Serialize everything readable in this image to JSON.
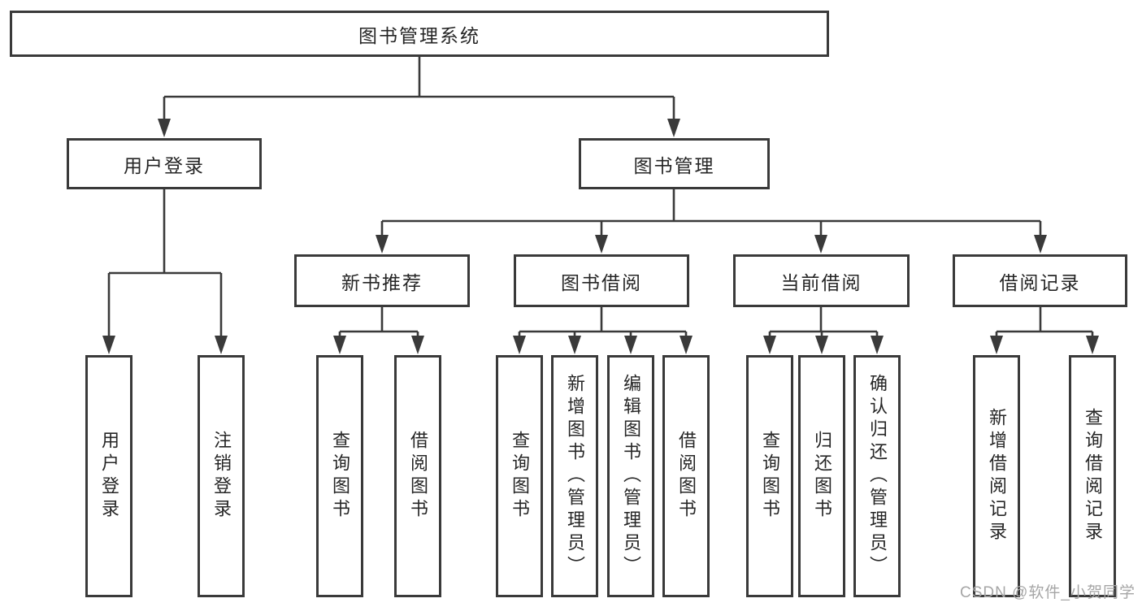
{
  "diagram": {
    "root": {
      "label": "图书管理系统"
    },
    "level2": [
      {
        "label": "用户登录"
      },
      {
        "label": "图书管理"
      }
    ],
    "level3": [
      {
        "label": "新书推荐",
        "parent": "图书管理"
      },
      {
        "label": "图书借阅",
        "parent": "图书管理"
      },
      {
        "label": "当前借阅",
        "parent": "图书管理"
      },
      {
        "label": "借阅记录",
        "parent": "图书管理"
      }
    ],
    "leaves": [
      {
        "label": "用户登录",
        "parent": "用户登录"
      },
      {
        "label": "注销登录",
        "parent": "用户登录"
      },
      {
        "label": "查询图书",
        "parent": "新书推荐"
      },
      {
        "label": "借阅图书",
        "parent": "新书推荐"
      },
      {
        "label": "查询图书",
        "parent": "图书借阅"
      },
      {
        "label": "新增图书（管理员）",
        "parent": "图书借阅"
      },
      {
        "label": "编辑图书（管理员）",
        "parent": "图书借阅"
      },
      {
        "label": "借阅图书",
        "parent": "图书借阅"
      },
      {
        "label": "查询图书",
        "parent": "当前借阅"
      },
      {
        "label": "归还图书",
        "parent": "当前借阅"
      },
      {
        "label": "确认归还（管理员）",
        "parent": "当前借阅"
      },
      {
        "label": "新增借阅记录",
        "parent": "借阅记录"
      },
      {
        "label": "查询借阅记录",
        "parent": "借阅记录"
      }
    ]
  },
  "watermark": "CSDN @软件_小贺同学",
  "colors": {
    "line": "#3a3a3a",
    "text": "#262626",
    "watermark": "#a6a6a6",
    "background": "#ffffff"
  }
}
